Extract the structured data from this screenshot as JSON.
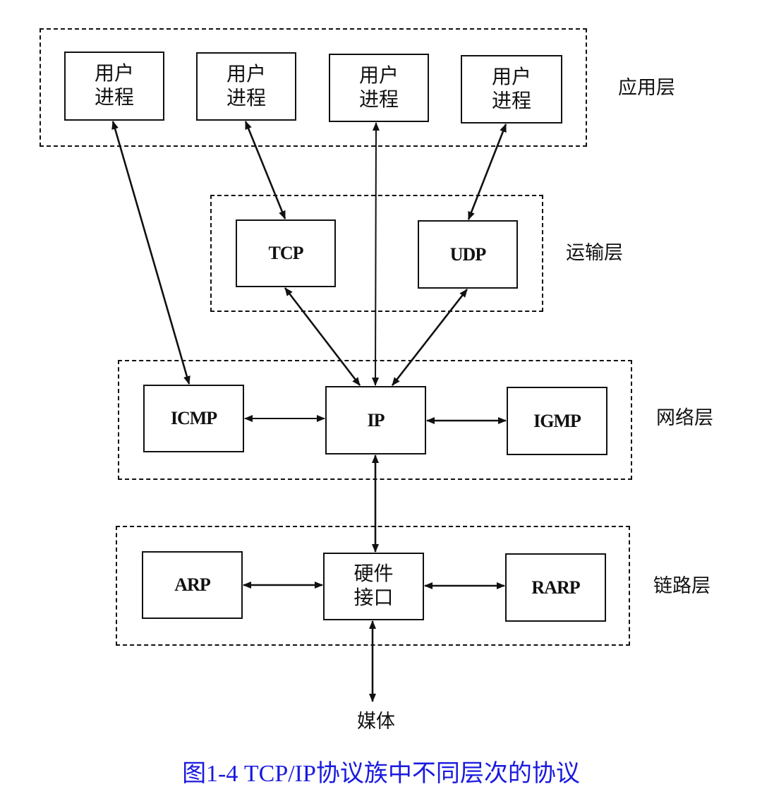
{
  "layers": {
    "application": {
      "label": "应用层"
    },
    "transport": {
      "label": "运输层"
    },
    "network": {
      "label": "网络层"
    },
    "link": {
      "label": "链路层"
    }
  },
  "nodes": {
    "proc1": {
      "label": "用户\n进程"
    },
    "proc2": {
      "label": "用户\n进程"
    },
    "proc3": {
      "label": "用户\n进程"
    },
    "proc4": {
      "label": "用户\n进程"
    },
    "tcp": {
      "label": "TCP"
    },
    "udp": {
      "label": "UDP"
    },
    "icmp": {
      "label": "ICMP"
    },
    "ip": {
      "label": "IP"
    },
    "igmp": {
      "label": "IGMP"
    },
    "arp": {
      "label": "ARP"
    },
    "hw": {
      "label": "硬件\n接口"
    },
    "rarp": {
      "label": "RARP"
    }
  },
  "media": {
    "label": "媒体"
  },
  "edges": [
    {
      "from": "proc1",
      "to": "icmp"
    },
    {
      "from": "proc2",
      "to": "tcp"
    },
    {
      "from": "proc3",
      "to": "ip"
    },
    {
      "from": "proc4",
      "to": "udp"
    },
    {
      "from": "tcp",
      "to": "ip"
    },
    {
      "from": "udp",
      "to": "ip"
    },
    {
      "from": "icmp",
      "to": "ip"
    },
    {
      "from": "ip",
      "to": "igmp"
    },
    {
      "from": "ip",
      "to": "hw"
    },
    {
      "from": "arp",
      "to": "hw"
    },
    {
      "from": "hw",
      "to": "rarp"
    },
    {
      "from": "hw",
      "to": "media"
    }
  ],
  "caption": "图1-4   TCP/IP协议族中不同层次的协议"
}
